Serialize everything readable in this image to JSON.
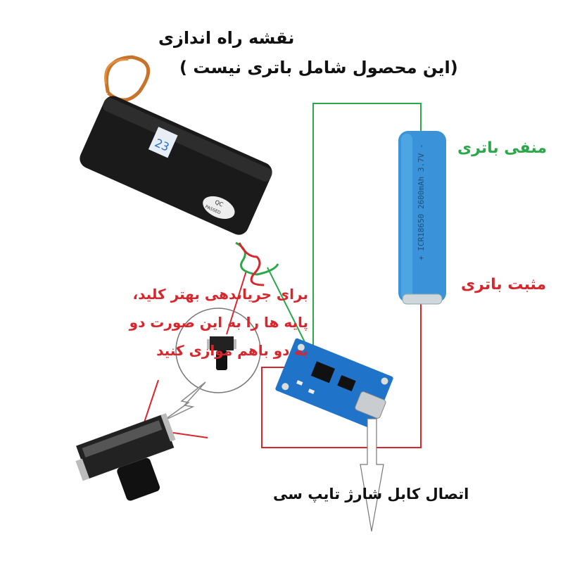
{
  "title": "نقشه راه اندازی",
  "subtitle": "(این محصول شامل باتری نیست )",
  "battery": {
    "label": "+ ICR18650 2600mAh 3.7V -",
    "negative_label": "منفی باتری",
    "positive_label": "مثبت باتری",
    "color": "#3a93d8"
  },
  "generator": {
    "badge": "23",
    "qc_text": "QC",
    "qc_sub": "PASSED"
  },
  "switch_note": [
    "برای جریاندهی بهتر کلید،",
    "پایه ها را به این صورت دو",
    "به دو باهم موازی کنید"
  ],
  "cable_label": "اتصال کابل شارژ تایپ سی",
  "colors": {
    "negative_wire": "#2aa84a",
    "positive_wire": "#d8262c",
    "note_text": "#d8262c",
    "board": "#1f73c9"
  }
}
